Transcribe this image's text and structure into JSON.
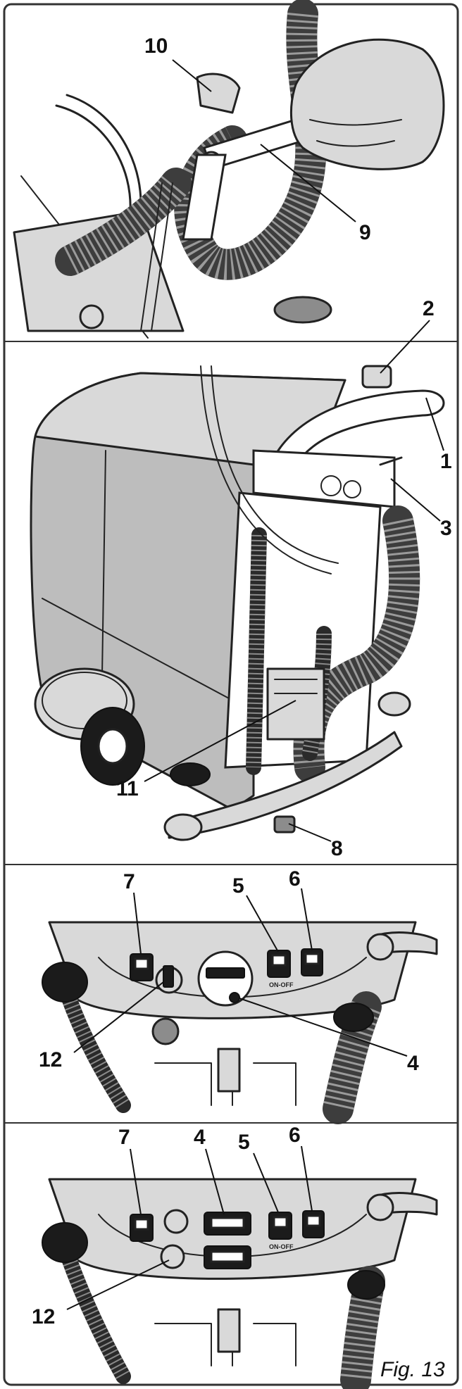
{
  "figure": {
    "caption": "Fig. 13"
  },
  "callouts": {
    "c1": "1",
    "c2": "2",
    "c3": "3",
    "c4a": "4",
    "c4b": "4",
    "c5a": "5",
    "c5b": "5",
    "c6a": "6",
    "c6b": "6",
    "c7a": "7",
    "c7b": "7",
    "c8": "8",
    "c9": "9",
    "c10": "10",
    "c11": "11",
    "c12a": "12",
    "c12b": "12"
  },
  "panel_text": {
    "switch_on_off_a": "ON-OFF",
    "switch_on_off_b": "ON-OFF"
  }
}
